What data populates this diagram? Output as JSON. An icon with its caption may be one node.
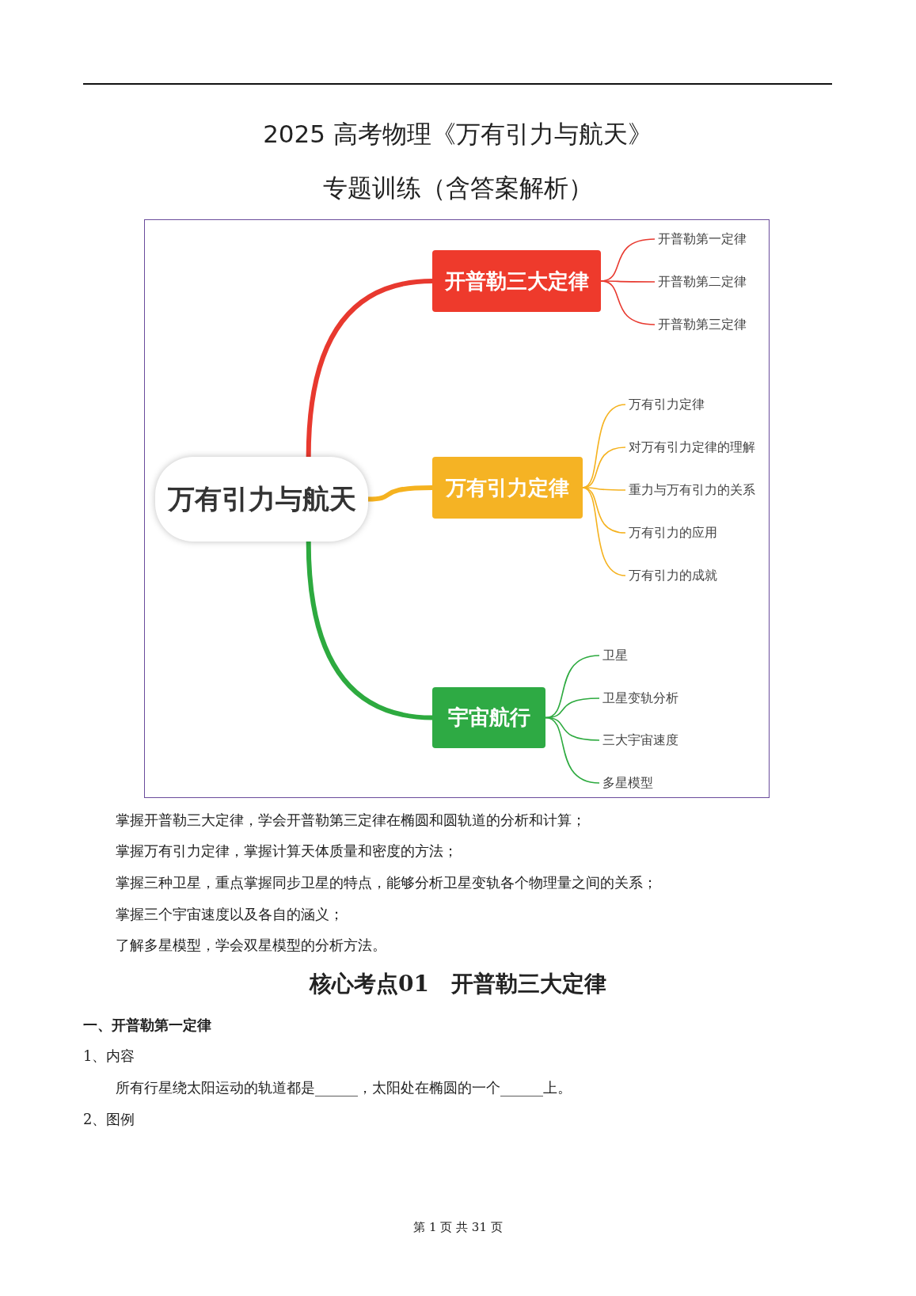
{
  "diagram": {
    "title": "2025 高考物理《万有引力与航天》专题训练（含答案解析）",
    "nodes": [
      {
        "text": [
          "万有引力与航天"
        ]
      },
      {
        "text": [
          "开普勒三大定律"
        ]
      },
      {
        "text": [
          "开普勒第一定律"
        ]
      },
      {
        "text": [
          "开普勒第二定律"
        ]
      },
      {
        "text": [
          "开普勒第三定律"
        ]
      },
      {
        "text": [
          "万有引力定律"
        ]
      },
      {
        "text": [
          "万有引力定律"
        ]
      },
      {
        "text": [
          "对万有引力定律的理解"
        ]
      },
      {
        "text": [
          "重力与万有引力的关系"
        ]
      },
      {
        "text": [
          "万有引力的应用"
        ]
      },
      {
        "text": [
          "万有引力的成就"
        ]
      },
      {
        "text": [
          "宇宙航行"
        ]
      },
      {
        "text": [
          "卫星"
        ]
      },
      {
        "text": [
          "卫星变轨分析"
        ]
      },
      {
        "text": [
          "三大宇宙速度"
        ]
      },
      {
        "text": [
          "多星模型"
        ]
      }
    ],
    "edges": [
      {
        "from": 0,
        "to": 1,
        "arrow": "none",
        "style": "thick",
        "color": "#e8392f"
      },
      {
        "from": 1,
        "to": 2,
        "arrow": "none",
        "color": "#e8392f"
      },
      {
        "from": 1,
        "to": 3,
        "arrow": "none",
        "color": "#e8392f"
      },
      {
        "from": 1,
        "to": 4,
        "arrow": "none",
        "color": "#e8392f"
      },
      {
        "from": 0,
        "to": 5,
        "arrow": "none",
        "style": "thick",
        "color": "#f5b21f"
      },
      {
        "from": 5,
        "to": 6,
        "arrow": "none",
        "color": "#f5b21f"
      },
      {
        "from": 5,
        "to": 7,
        "arrow": "none",
        "color": "#f5b21f"
      },
      {
        "from": 5,
        "to": 8,
        "arrow": "none",
        "color": "#f5b21f"
      },
      {
        "from": 5,
        "to": 9,
        "arrow": "none",
        "color": "#f5b21f"
      },
      {
        "from": 5,
        "to": 10,
        "arrow": "none",
        "color": "#f5b21f"
      },
      {
        "from": 0,
        "to": 11,
        "arrow": "none",
        "style": "thick",
        "color": "#2daa3f"
      },
      {
        "from": 11,
        "to": 12,
        "arrow": "none",
        "color": "#2daa3f"
      },
      {
        "from": 11,
        "to": 13,
        "arrow": "none",
        "color": "#2daa3f"
      },
      {
        "from": 11,
        "to": 14,
        "arrow": "none",
        "color": "#2daa3f"
      },
      {
        "from": 11,
        "to": 15,
        "arrow": "none",
        "color": "#2daa3f"
      }
    ],
    "labels": [
      "掌握开普勒三大定律，学会开普勒第三定律在椭圆和圆轨道的分析和计算；",
      "掌握万有引力定律，掌握计算天体质量和密度的方法；",
      "掌握三种卫星，重点掌握同步卫星的特点，能够分析卫星变轨各个物理量之间的关系；",
      "掌握三个宇宙速度以及各自的涵义；",
      "了解多星模型，学会双星模型的分析方法。",
      "核心考点01　开普勒三大定律",
      "一、开普勒第一定律",
      "1、内容",
      "所有行星绕太阳运动的轨道都是______，太阳处在椭圆的一个______上。",
      "2、图例",
      "第 1 页 共 31 页"
    ]
  }
}
